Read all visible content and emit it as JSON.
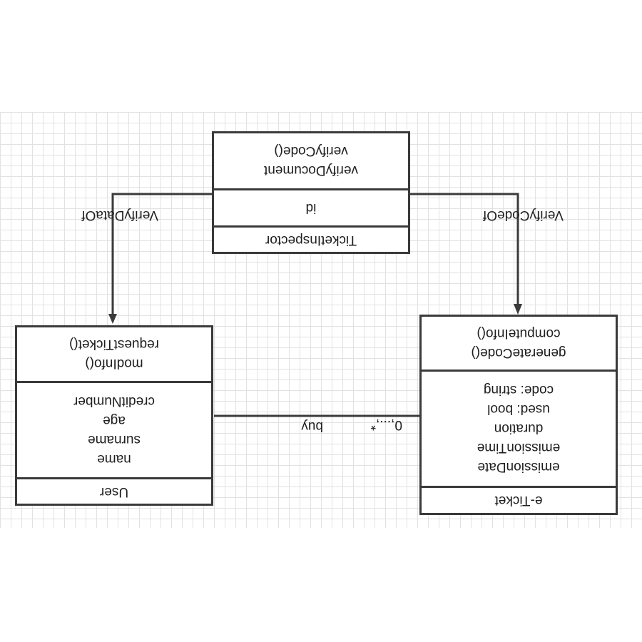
{
  "classes": {
    "ticket_inspector": {
      "name": "TicketInspector",
      "attributes": [
        "id"
      ],
      "methods": [
        "verifyDocument",
        "verifyCode()"
      ]
    },
    "user": {
      "name": "User",
      "attributes": [
        "name",
        "surname",
        "age",
        "creditNumber"
      ],
      "methods": [
        "modInfo()",
        "requestTicket()"
      ]
    },
    "e_ticket": {
      "name": "e-Ticket",
      "attributes": [
        "emissionDate",
        "emissionTime",
        "duration",
        "used: bool",
        "code: string"
      ],
      "methods": [
        "generateCode()",
        "computeInfo()"
      ]
    }
  },
  "relations": {
    "verify_data": {
      "label": "VerifyDataOf"
    },
    "verify_code": {
      "label": "VerifyCodeOf"
    },
    "buy": {
      "label": "buy",
      "multiplicity": "0,...,*"
    }
  },
  "colors": {
    "line": "#3a3a3a",
    "grid_minor": "#e2e2e2",
    "grid_major": "#d2d2d2",
    "text": "#1e1e1e"
  }
}
